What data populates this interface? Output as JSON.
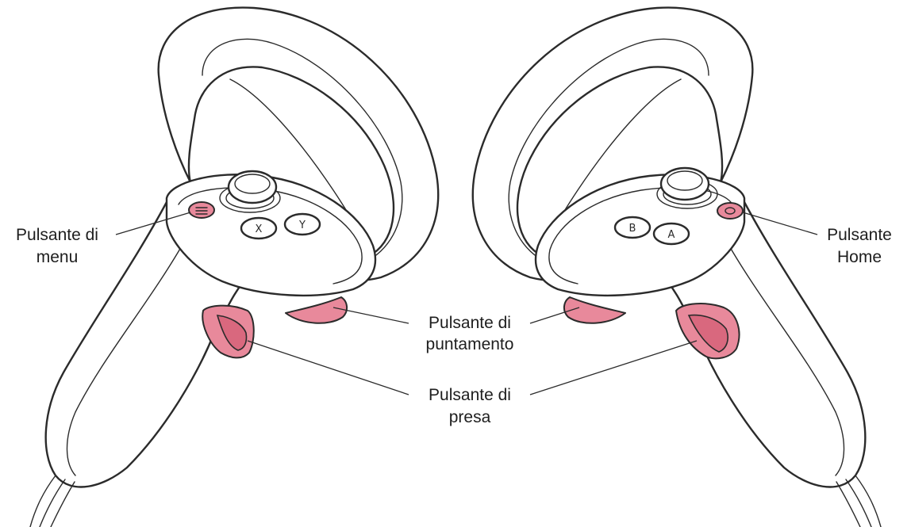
{
  "colors": {
    "accent": "#e8899b",
    "accent_dark": "#d9687e",
    "outline": "#2b2b2b",
    "background": "#ffffff"
  },
  "buttons": {
    "x": "X",
    "y": "Y",
    "b": "B",
    "a": "A"
  },
  "labels": {
    "menu": [
      "Pulsante di",
      "menu"
    ],
    "home": [
      "Pulsante",
      "Home"
    ],
    "trigger": [
      "Pulsante di",
      "puntamento"
    ],
    "grip": [
      "Pulsante di",
      "presa"
    ]
  }
}
